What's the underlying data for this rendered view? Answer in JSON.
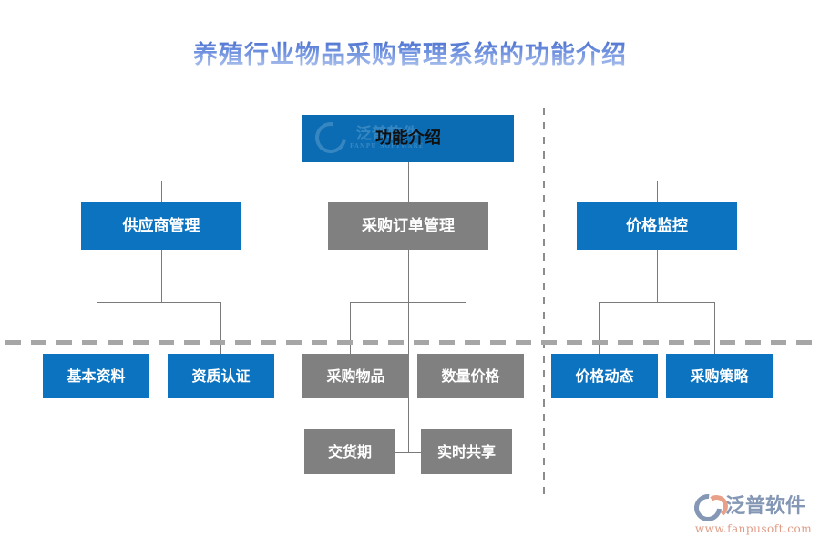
{
  "page": {
    "title": "养殖行业物品采购管理系统的功能介绍",
    "background_color": "#ffffff",
    "title_color": "#5b7fd4"
  },
  "palette": {
    "blue": "#0b73bf",
    "gray": "#808080",
    "line": "#7a7a7a",
    "dashed_divider": "#a6a6a6",
    "logo_blue_gray": "#8497b5",
    "logo_salmon": "#e09b84"
  },
  "diagram": {
    "type": "org-chart",
    "root": {
      "label": "功能介绍",
      "color": "blue",
      "watermark": {
        "cn": "泛普软件",
        "en": "FANPU SOFTWARE"
      }
    },
    "level2": [
      {
        "label": "供应商管理",
        "color": "blue"
      },
      {
        "label": "采购订单管理",
        "color": "gray"
      },
      {
        "label": "价格监控",
        "color": "blue"
      }
    ],
    "level3": [
      {
        "label": "基本资料",
        "color": "blue",
        "parent": "供应商管理"
      },
      {
        "label": "资质认证",
        "color": "blue",
        "parent": "供应商管理"
      },
      {
        "label": "采购物品",
        "color": "gray",
        "parent": "采购订单管理"
      },
      {
        "label": "数量价格",
        "color": "gray",
        "parent": "采购订单管理"
      },
      {
        "label": "价格动态",
        "color": "blue",
        "parent": "价格监控"
      },
      {
        "label": "采购策略",
        "color": "blue",
        "parent": "价格监控"
      }
    ],
    "level4": [
      {
        "label": "交货期",
        "color": "gray",
        "parent": "采购订单管理"
      },
      {
        "label": "实时共享",
        "color": "gray",
        "parent": "采购订单管理"
      }
    ]
  },
  "logo": {
    "name_cn": "泛普软件",
    "url": "www.fanpusoft.com"
  }
}
